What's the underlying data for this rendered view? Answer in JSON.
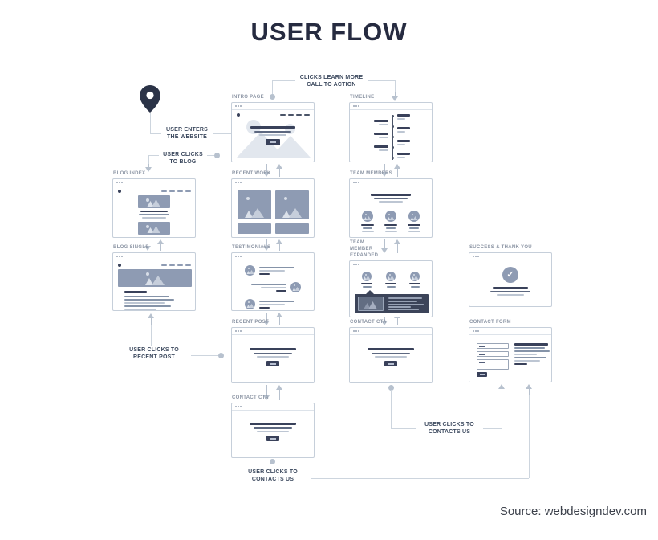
{
  "title": "USER FLOW",
  "source": "Source: webdesigndev.com",
  "icons": {
    "pin": "location-pin",
    "check": "✓"
  },
  "colors": {
    "ink": "#262b40",
    "card_label": "#8d96a5",
    "annotation": "#3d4a5f",
    "connector_line": "#cdd5de",
    "arrow": "#b7c1ce",
    "placeholder": "#8e9bb3",
    "panel_dark": "#3c4459",
    "bar_dark": "#39415a"
  },
  "nodes": [
    {
      "id": "intro-page",
      "label": "INTRO PAGE"
    },
    {
      "id": "timeline",
      "label": "TIMELINE"
    },
    {
      "id": "blog-index",
      "label": "BLOG INDEX"
    },
    {
      "id": "recent-work",
      "label": "RECENT WORK"
    },
    {
      "id": "team-members",
      "label": "TEAM MEMBERS"
    },
    {
      "id": "blog-single",
      "label": "BLOG SINGLE"
    },
    {
      "id": "testimonials",
      "label": "TESTIMONIALS"
    },
    {
      "id": "team-member-expanded",
      "label": "TEAM MEMBER EXPANDED"
    },
    {
      "id": "success-thank-you",
      "label": "SUCCESS & THANK YOU"
    },
    {
      "id": "recent-post",
      "label": "RECENT POST"
    },
    {
      "id": "contact-cta-team",
      "label": "CONTACT CTA"
    },
    {
      "id": "contact-form",
      "label": "CONTACT FORM"
    },
    {
      "id": "contact-cta-bottom",
      "label": "CONTACT CTA"
    }
  ],
  "annotations": [
    {
      "id": "clicks-learn-more",
      "from": "intro-page",
      "to": "timeline",
      "lines": [
        "CLICKS LEARN MORE",
        "CALL TO ACTION"
      ]
    },
    {
      "id": "user-enters",
      "from": "start-pin",
      "to": "intro-page",
      "lines": [
        "USER ENTERS",
        "THE WEBSITE"
      ]
    },
    {
      "id": "user-clicks-blog",
      "from": "intro-page",
      "to": "blog-index",
      "lines": [
        "USER CLICKS",
        "TO BLOG"
      ]
    },
    {
      "id": "user-clicks-recent-post",
      "from": "recent-post",
      "to": "blog-single",
      "lines": [
        "USER CLICKS TO",
        "RECENT POST"
      ]
    },
    {
      "id": "user-clicks-contacts-right",
      "from": "contact-cta-team",
      "to": "contact-form",
      "lines": [
        "USER CLICKS TO",
        "CONTACTS US"
      ]
    },
    {
      "id": "user-clicks-contacts-bottom",
      "from": "contact-cta-bottom",
      "to": "contact-form",
      "lines": [
        "USER CLICKS TO",
        "CONTACTS US"
      ]
    }
  ],
  "bidirectional_links": [
    [
      "intro-page",
      "recent-work"
    ],
    [
      "timeline",
      "team-members"
    ],
    [
      "blog-index",
      "blog-single"
    ],
    [
      "recent-work",
      "testimonials"
    ],
    [
      "team-members",
      "team-member-expanded"
    ],
    [
      "testimonials",
      "recent-post"
    ],
    [
      "team-member-expanded",
      "contact-cta-team"
    ],
    [
      "recent-post",
      "contact-cta-bottom"
    ]
  ]
}
